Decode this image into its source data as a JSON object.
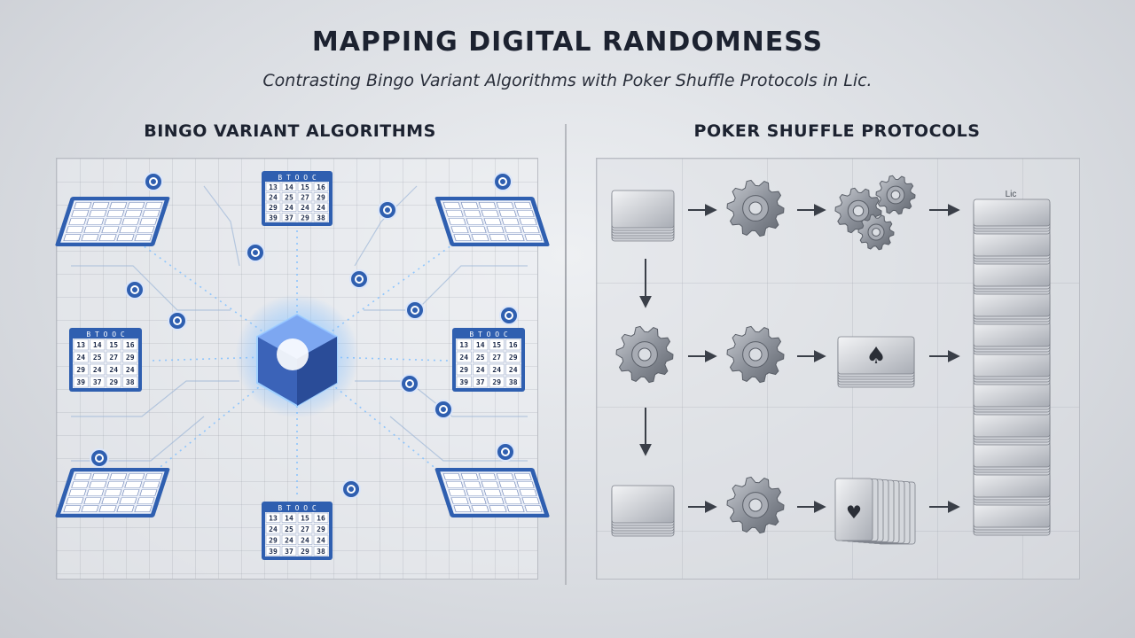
{
  "header": {
    "title": "MAPPING DIGITAL RANDOMNESS",
    "subtitle": "Contrasting Bingo Variant Algorithms with Poker Shuffle Protocols in Lic."
  },
  "bingo": {
    "section_title": "BINGO VARIANT ALGORITHMS",
    "card_header": "B T O O C",
    "card_rows": [
      [
        "13",
        "14",
        "15",
        "16"
      ],
      [
        "24",
        "25",
        "27",
        "29"
      ],
      [
        "29",
        "24",
        "24",
        "24"
      ],
      [
        "39",
        "37",
        "29",
        "38"
      ]
    ]
  },
  "poker": {
    "section_title": "POKER SHUFFLE PROTOCOLS",
    "deck_label": "Lic"
  },
  "colors": {
    "bingo_blue": "#2f5fb0",
    "glow": "#6fb3ff",
    "steel": "#8d929b"
  }
}
